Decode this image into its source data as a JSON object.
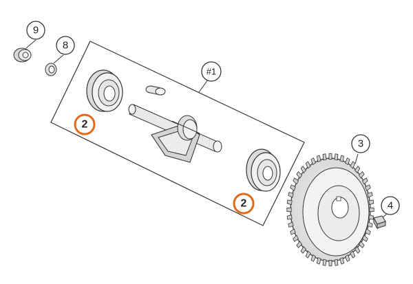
{
  "diagram": {
    "callouts": {
      "c9": "9",
      "c8": "8",
      "assembly": "#1",
      "c2_left": "2",
      "c2_right": "2",
      "c3": "3",
      "c4": "4"
    },
    "highlight_color": "#e06a1b",
    "line_color": "#333333"
  }
}
